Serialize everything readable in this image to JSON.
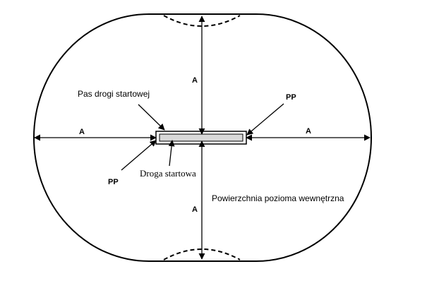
{
  "labels": {
    "runway_strip": "Pas drogi startowej",
    "runway": "Droga startowa",
    "surface": "Powierzchnia pozioma wewnętrzna",
    "pp": "PP",
    "a": "A"
  }
}
